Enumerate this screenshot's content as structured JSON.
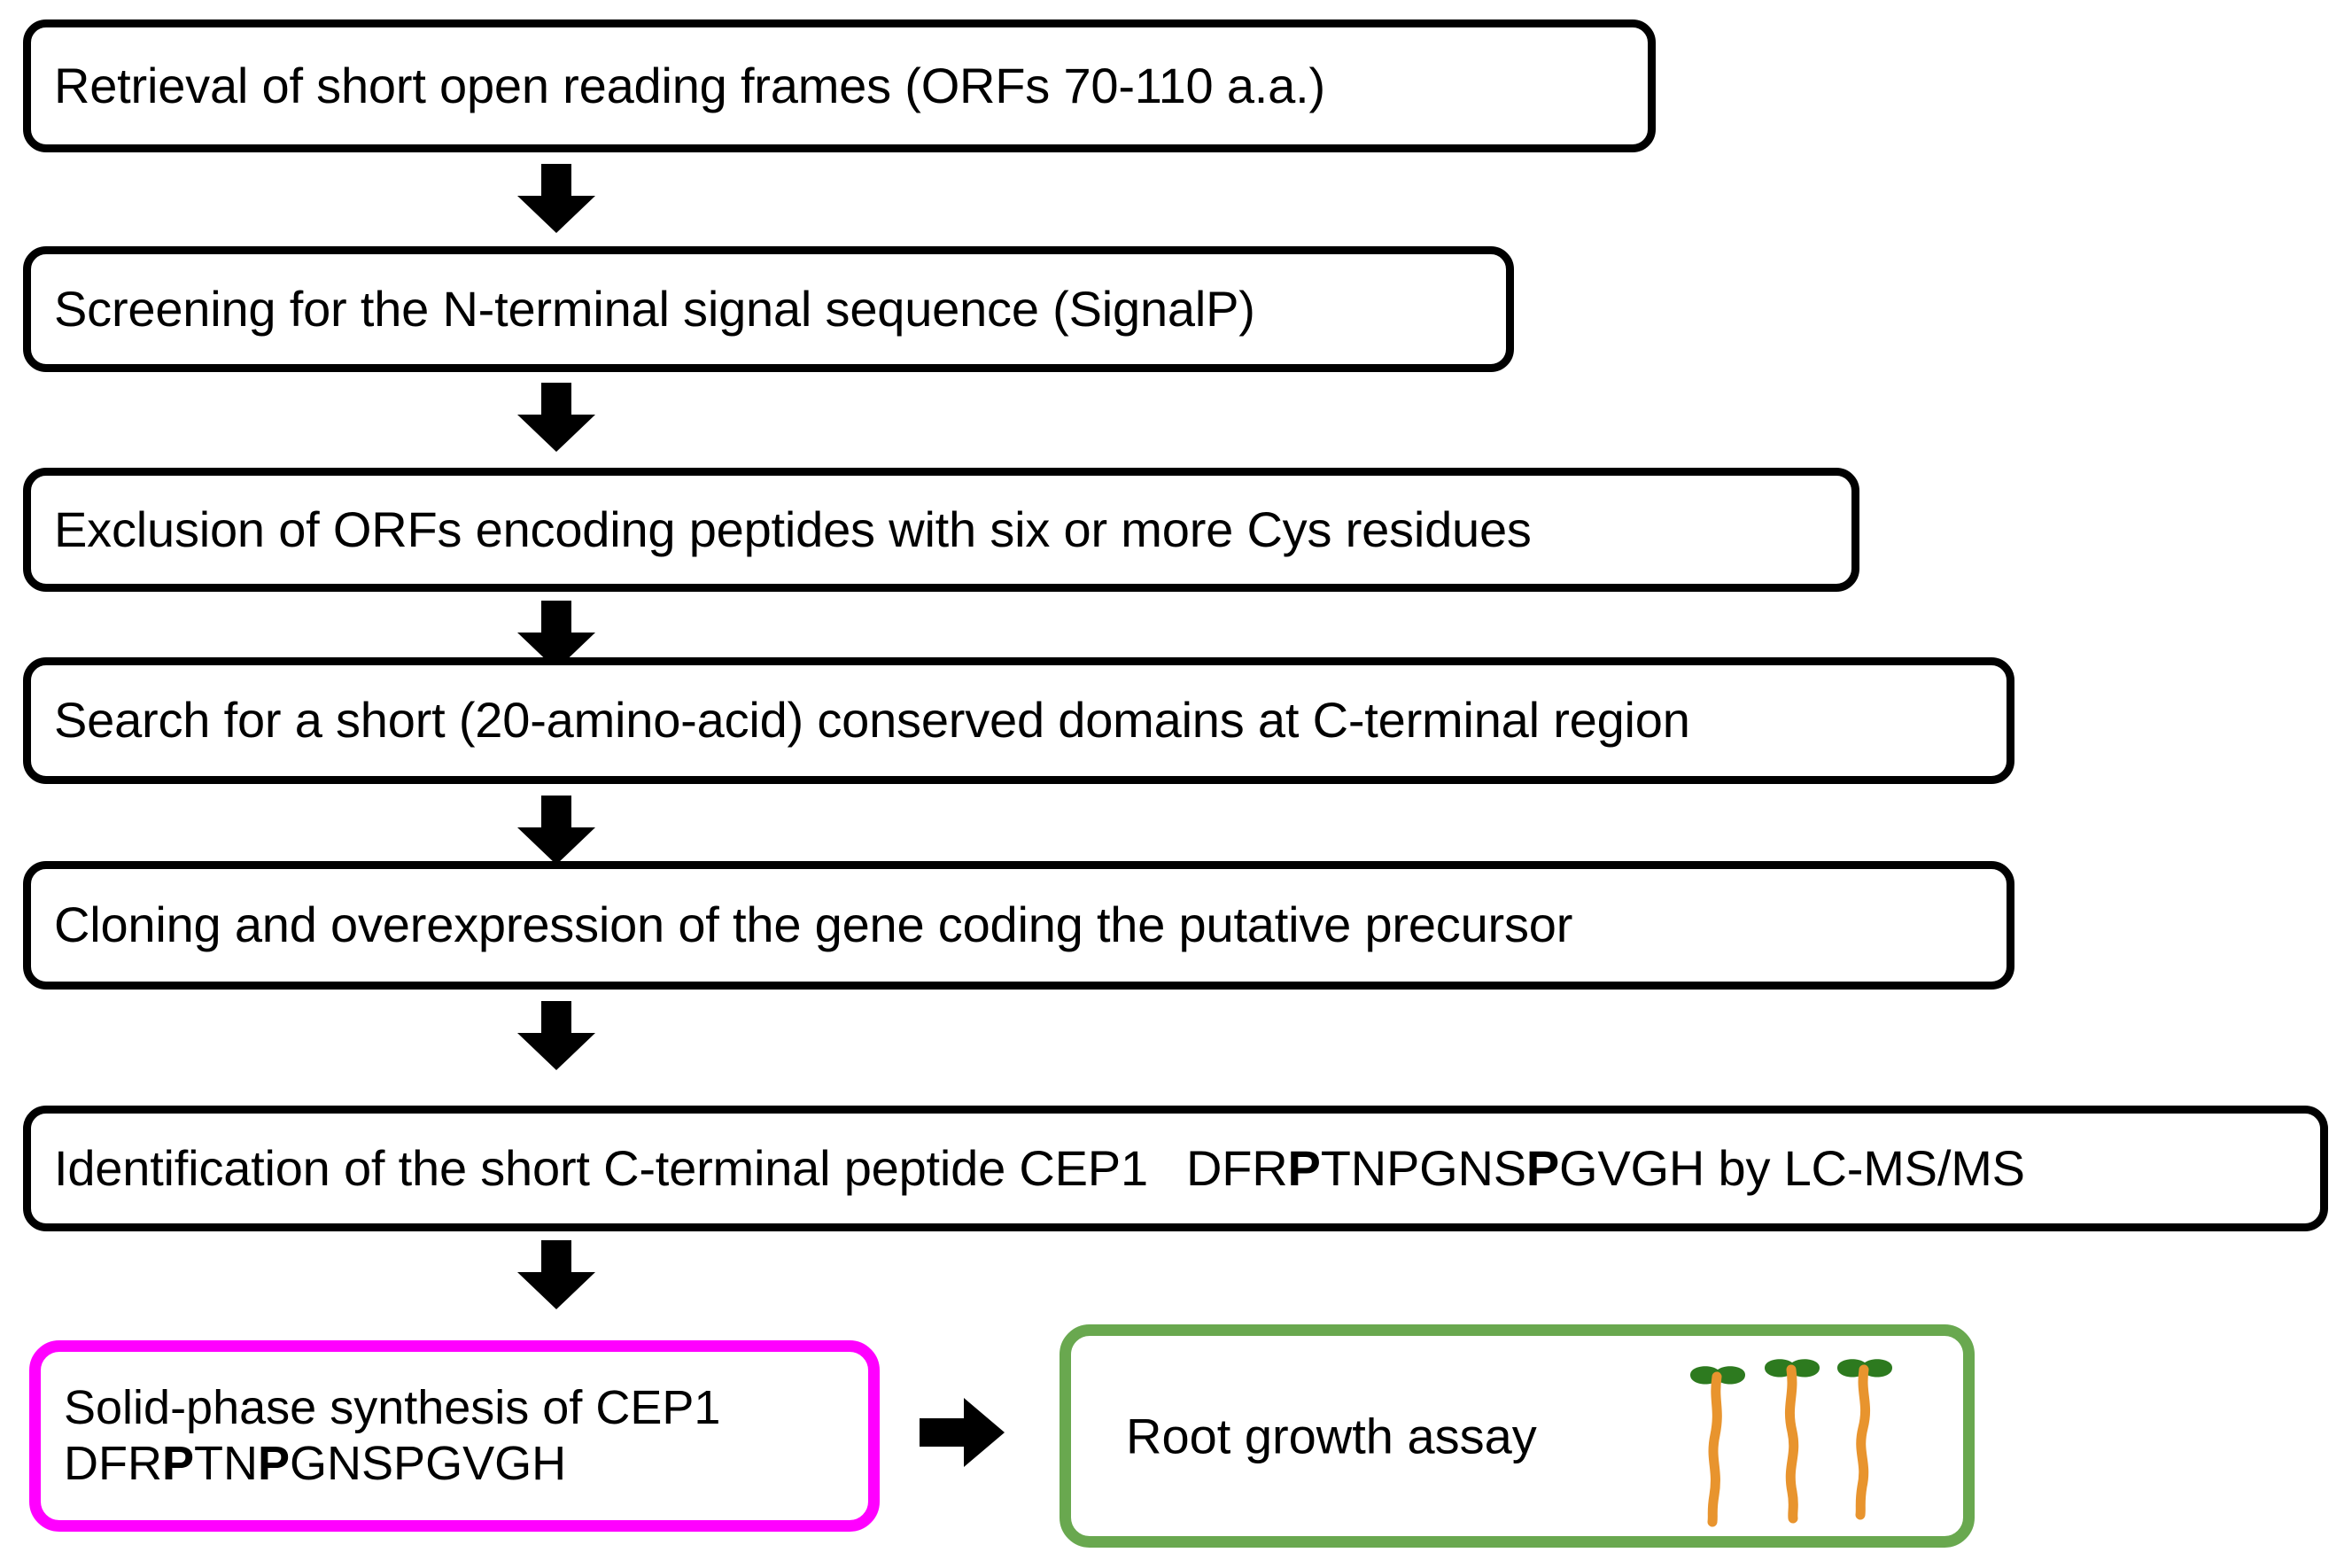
{
  "diagram": {
    "title": "CEP1 peptide discovery and assay workflow",
    "colors": {
      "box_border": "#000000",
      "synthesis_border": "#FF00FF",
      "assay_border": "#69A84F",
      "arrow": "#000000",
      "seedling_leaf": "#2D7A1F",
      "seedling_root": "#E8942E",
      "background": "#FFFFFF"
    },
    "steps": [
      {
        "id": "step-1",
        "label": "Retrieval of short open reading frames (ORFs 70-110 a.a.)"
      },
      {
        "id": "step-2",
        "label": "Screening for the N-terminal signal sequence (SignalP)"
      },
      {
        "id": "step-3",
        "label": "Exclusion of ORFs encoding peptides with six or more Cys residues"
      },
      {
        "id": "step-4",
        "label": "Search for a short (20-amino-acid) conserved domains at C-terminal region"
      },
      {
        "id": "step-5",
        "label": "Cloning and overexpression of the gene coding the putative precursor"
      },
      {
        "id": "step-6",
        "label_prefix": "Identification of the short C-terminal peptide CEP1  DFR",
        "bold_1": "P",
        "mid_1": "TNPGNS",
        "bold_2": "P",
        "mid_2": "GVGH",
        "label_suffix": " by LC-MS/MS"
      }
    ],
    "results": {
      "synthesis": {
        "line1": "Solid-phase synthesis of CEP1",
        "seq_prefix": "DFR",
        "seq_bold_1": "P",
        "seq_mid_1": "TN",
        "seq_bold_2": "P",
        "seq_suffix": "GNSPGVGH"
      },
      "assay": {
        "label": "Root growth assay",
        "icon": "seedling-icon",
        "seedling_count": 3
      }
    },
    "arrows": {
      "down_icon": "arrow-down-icon",
      "right_icon": "arrow-right-icon",
      "down_count": 6
    }
  }
}
